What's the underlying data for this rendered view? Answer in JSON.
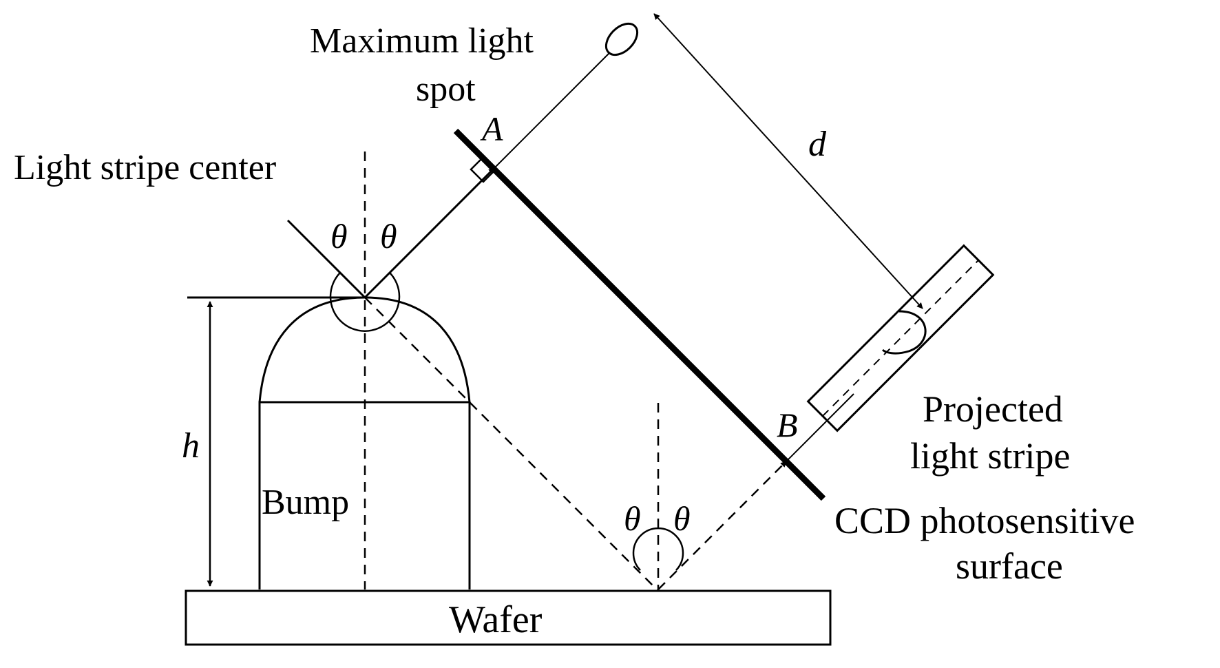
{
  "labels": {
    "max_spot_line1": "Maximum light",
    "max_spot_line2": "spot",
    "point_a": "A",
    "point_b": "B",
    "distance_d": "d",
    "stripe_center": "Light stripe center",
    "theta": "θ",
    "height_h": "h",
    "bump": "Bump",
    "wafer": "Wafer",
    "projected_line1": "Projected",
    "projected_line2": "light stripe",
    "ccd_line1": "CCD photosensitive",
    "ccd_line2": "surface"
  }
}
